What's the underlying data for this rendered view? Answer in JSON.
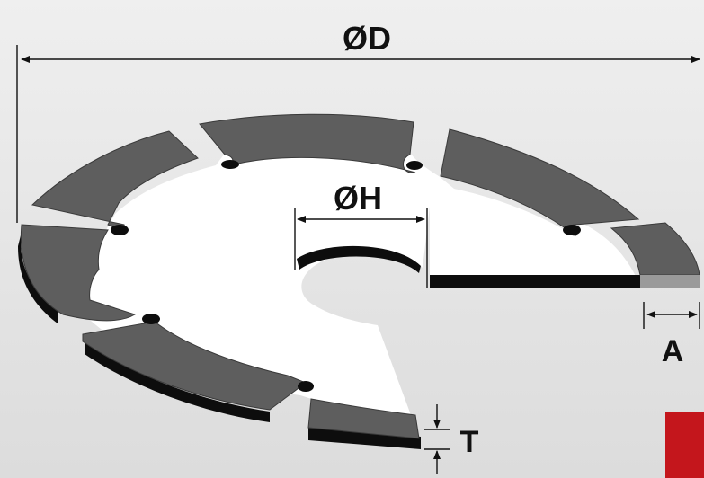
{
  "diagram": {
    "labels": {
      "outer_diameter": "ØD",
      "bore_diameter": "ØH",
      "segment_height": "A",
      "thickness": "T"
    },
    "colors": {
      "background": "#e6e6e6",
      "segment_top": "#5e5e5e",
      "segment_side": "#0d0d0d",
      "core": "#ffffff",
      "accent_red": "#c4161c",
      "dimension_line": "#111111"
    }
  }
}
